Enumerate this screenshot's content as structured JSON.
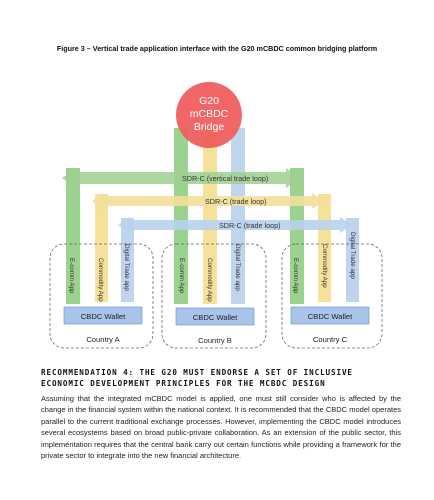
{
  "figure": {
    "title": "Figure 3 – Vertical trade application interface with the G20 mCBDC common bridging platform",
    "bridge_label_1": "G20",
    "bridge_label_2": "mCBDC",
    "bridge_label_3": "Bridge",
    "loops": [
      "SDR-C (vertical trade loop)",
      "SDR-C (trade loop)",
      "SDR-C (trade loop)"
    ],
    "apps": [
      "E-comm App",
      "Commodity App",
      "Digital Trade app"
    ],
    "apps_c": [
      "E-comm App",
      "Commodity App",
      "Digital Trade app"
    ],
    "wallet_label": "CBDC Wallet",
    "countries": [
      "Country A",
      "Country B",
      "Country C"
    ],
    "colors": {
      "bridge": "#f05a5a",
      "green": "#7cc46a",
      "yellow": "#f3d77a",
      "blue": "#a9c8e8",
      "wallet": "#a9c4ea"
    }
  },
  "section": {
    "heading": "RECOMMENDATION 4: THE G20 MUST ENDORSE A SET OF INCLUSIVE ECONOMIC DEVELOPMENT PRINCIPLES FOR THE MCBDC DESIGN",
    "paragraph": "Assuming that the integrated mCBDC model is applied, one must still consider who is affected by the change in the financial system within the national context. It is recommended that the CBDC model operates parallel to the current traditional exchange processes. However, implementing the CBDC model introduces several ecosystems based on broad public-private collaboration. As an extension of the public sector, this implementation requires that the central bank carry out certain functions while providing a framework for the private sector to integrate into the new financial architecture."
  }
}
